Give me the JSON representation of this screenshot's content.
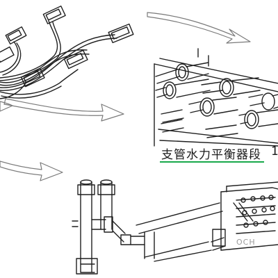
{
  "labels": {
    "branch_balancer_section": "支管水力平衡器段",
    "caption_number": "1",
    "watermark": "OCH"
  },
  "colors": {
    "line": "#1f1f1f",
    "caption_underline": "#17a84a"
  }
}
